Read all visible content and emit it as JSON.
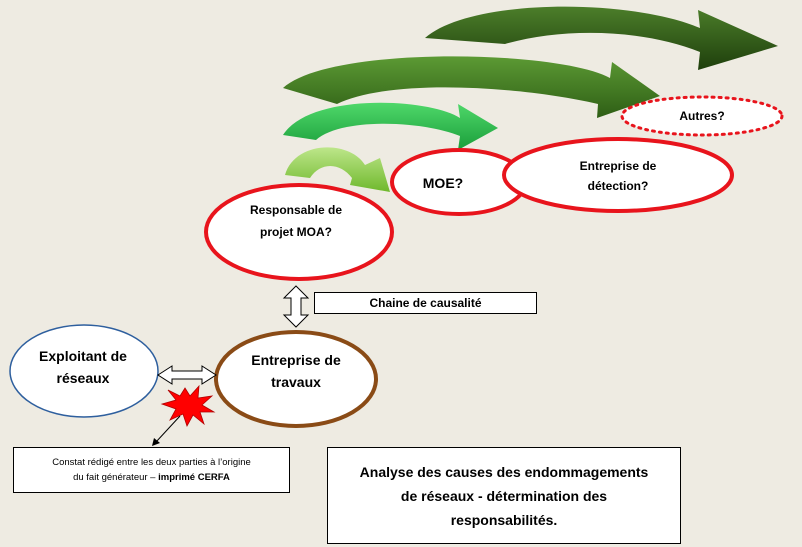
{
  "nodes": {
    "autres": "Autres?",
    "entreprise_detection_line1": "Entreprise de",
    "entreprise_detection_line2": "détection?",
    "moe": "MOE?",
    "responsable_line1": "Responsable de",
    "responsable_line2": "projet MOA?",
    "exploitant_line1": "Exploitant de",
    "exploitant_line2": "réseaux",
    "entreprise_travaux_line1": "Entreprise de",
    "entreprise_travaux_line2": "travaux"
  },
  "labels": {
    "chaine": "Chaine de causalité",
    "constat_line1": "Constat rédigé entre les deux parties à l’origine",
    "constat_line2_normal": "du fait générateur – ",
    "constat_line2_bold": "imprimé CERFA",
    "analyse_line1": "Analyse des causes des endommagements",
    "analyse_line2": "de réseaux - détermination des",
    "analyse_line3": "responsabilités."
  },
  "colors": {
    "background": "#eeebe2",
    "red_outline": "#e8141c",
    "blue_outline": "#2e5f9e",
    "brown_outline": "#8a4b16",
    "arrow_darkest": "#2f5a16",
    "arrow_dark": "#3d7a1f",
    "arrow_mid": "#2dbb4a",
    "arrow_light": "#8dcf3e",
    "burst": "#ff0000"
  }
}
